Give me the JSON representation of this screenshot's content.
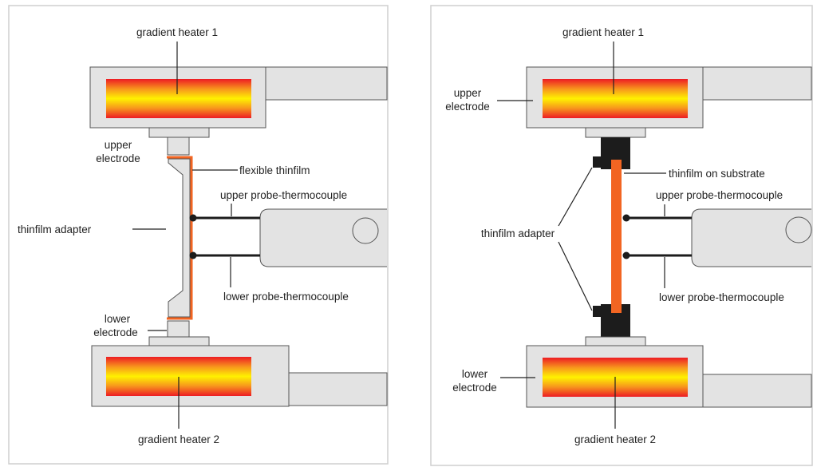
{
  "colors": {
    "panel_border": "#cfcfcf",
    "metal_fill": "#e3e3e3",
    "metal_stroke": "#555555",
    "adapter_dark": "#1c1c1c",
    "thinfilm_orange": "#f26522",
    "leader": "#222222",
    "heater_gradient": [
      "#ed1c24",
      "#f7941d",
      "#fff200",
      "#f7941d",
      "#ed1c24"
    ]
  },
  "left": {
    "gradient_heater_1": "gradient heater 1",
    "upper_electrode": [
      "upper",
      "electrode"
    ],
    "flexible_thinfilm": "flexible thinfilm",
    "upper_probe": "upper probe-thermocouple",
    "thinfilm_adapter": "thinfilm adapter",
    "lower_probe": "lower probe-thermocouple",
    "lower_electrode": [
      "lower",
      "electrode"
    ],
    "gradient_heater_2": "gradient heater 2"
  },
  "right": {
    "gradient_heater_1": "gradient heater 1",
    "upper_electrode": [
      "upper",
      "electrode"
    ],
    "thinfilm_on_substrate": "thinfilm on substrate",
    "upper_probe": "upper probe-thermocouple",
    "thinfilm_adapter": "thinfilm adapter",
    "lower_probe": "lower probe-thermocouple",
    "lower_electrode": [
      "lower",
      "electrode"
    ],
    "gradient_heater_2": "gradient heater 2"
  }
}
